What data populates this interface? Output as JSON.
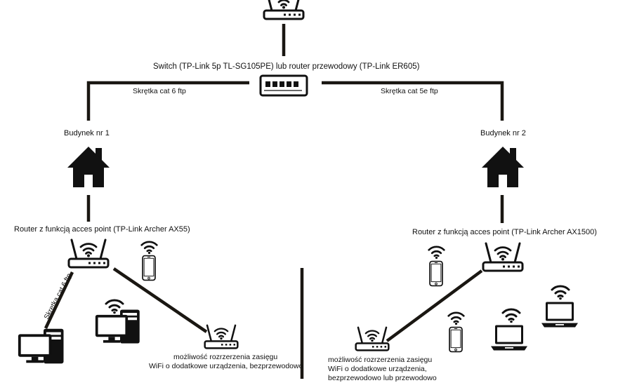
{
  "colors": {
    "ink": "#111111",
    "cable": "#1a1712",
    "screen": "#ffffff"
  },
  "switch": {
    "label": "Switch (TP-Link 5p TL-SG105PE) lub router przewodowy (TP-Link ER605)"
  },
  "links": {
    "left_cable": "Skrętka cat 6 ftp",
    "right_cable": "Skrętka cat 5e ftp",
    "building1_pc_cable": "Skrętka cat 6 ftp"
  },
  "building1": {
    "label": "Budynek nr 1",
    "router_label": "Router z funkcją acces point (TP-Link Archer AX55)",
    "extender_note_line1": "możliwość rozrzerzenia zasięgu",
    "extender_note_line2": "WiFi o dodatkowe urządzenia, bezprzewodowo"
  },
  "building2": {
    "label": "Budynek nr 2",
    "router_label": "Router z funkcją acces point (TP-Link Archer AX1500)",
    "extender_note_line1": "możliwość rozrzerzenia zasięgu",
    "extender_note_line2": "WiFi o dodatkowe urządzenia,",
    "extender_note_line3": "bezprzewodowo lub przewodowo"
  },
  "icons": [
    "router-icon",
    "switch-icon",
    "house-icon",
    "wifi-icon",
    "smartphone-icon",
    "desktop-pc-icon",
    "laptop-icon"
  ]
}
